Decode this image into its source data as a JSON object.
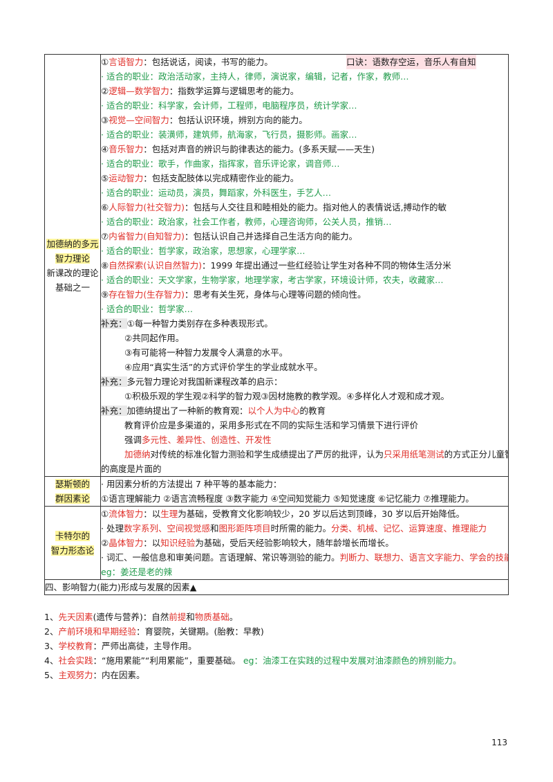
{
  "gardner": {
    "label_lines": [
      "加德纳的多元",
      "智力理论",
      "新课改的理论",
      "基础之一"
    ],
    "intel1": {
      "num": "①",
      "name": "言语智力",
      "desc": "：包括说话，阅读，书写的能力。",
      "mnemonic": "口诀：语数存空运，音乐人有自知"
    },
    "job1": "· 适合的职业：政治活动家，主持人，律师，演说家，编辑，记者，作家，教师…",
    "intel2": {
      "num": "②",
      "name": "逻辑—数学智力",
      "desc": "：指数学运算与逻辑思考的能力。"
    },
    "job2": "· 适合的职业：科学家，会计师，工程师，电脑程序员，统计学家…",
    "intel3": {
      "num": "③",
      "name": "视觉—空间智力",
      "desc": "：包括认识环境，辨别方向的能力。"
    },
    "job3": "· 适合的职业：装潢师，建筑师，航海家，飞行员，摄影师。画家…",
    "intel4": {
      "num": "④",
      "name": "音乐智力",
      "desc": "：包括对声音的辨识与韵律表达的能力。(多系天赋——天生)"
    },
    "job4": "· 适合的职业：歌手，作曲家，指挥家，音乐评论家，调音师…",
    "intel5": {
      "num": "⑤",
      "name": "运动智力",
      "desc": "：包括支配肢体以完成精密作业的能力。"
    },
    "job5": "· 适合的职业：运动员，演员，舞蹈家，外科医生，手艺人…",
    "intel6": {
      "num": "⑥",
      "name": "人际智力(社交智力)",
      "desc": "：包括与人交往且和睦相处的能力。指对他人的表情说话,搏动作的敏"
    },
    "job6": "· 适合的职业：政治家，社会工作者，教师，心理咨询师，公关人员，推销…",
    "intel7": {
      "num": "⑦",
      "name": "内省智力(自知智力)",
      "desc": "：包括认识自己并选择自己生活方向的能力。"
    },
    "job7": "· 适合的职业：哲学家，政治家，思想家，心理学家…",
    "intel8": {
      "num": "⑧",
      "name": "自然探索(认识自然智力)",
      "desc": "：1999 年提出通过一些红经验让学生对各种不同的物体生活分米"
    },
    "job8": "· 适合的职业：天文学家，生物学家，地理学家，考古学家，环境设计师，农夫，收藏家…",
    "intel9": {
      "num": "⑨",
      "name": "存在智力(生存智力)",
      "desc": "：思考有关生死，身体与心理等问题的倾向性。"
    },
    "job9": "· 适合的职业：哲学家…",
    "supp1": {
      "tag": "补充：",
      "lines": [
        "①每一种智力类别存在多种表现形式。",
        "②共同起作用。",
        "③有可能将一种智力发展令人满意的水平。",
        "④应用“真实生活”的方式评价学生的学业成就水平。"
      ]
    },
    "supp2": {
      "tag": "补充：",
      "head": "多元智力理论对我国新课程改革的启示：",
      "body": "①积极乐观的学生观②科学的智力观③因材施教的教学观。④多样化人才观和成才观。"
    },
    "supp3": {
      "tag": "补充：",
      "head_a": "加德纳提出了一种新的教育观：",
      "head_b": "以个人为中心",
      "head_c": "的教育",
      "l2": "教育评价应是多渠道的，采用多形式在不同的实际生活和学习情景下进行评价",
      "l3_a": "强调",
      "l3_b": "多元性、差异性、创造性、开发性",
      "l4_a": "加德纳",
      "l4_b": "对传统的标准化智力测验和学生成绩提出了严厉的批评，认为",
      "l4_c": "只采用纸笔测试",
      "l4_d": "的方式正分儿童智力",
      "l5": "的高度是片面的"
    }
  },
  "thurstone": {
    "label_lines": [
      "瑟斯顿的",
      "群因素论"
    ],
    "line1": "· 用因素分析的方法提出 7 种平等的基本能力：",
    "line2": "①语言理解能力 ②语言流畅程度 ③数字能力 ④空间知觉能力 ⑤知觉速度 ⑥记忆能力 ⑦推理能力。"
  },
  "cattell": {
    "label_lines": [
      "卡特尔的",
      "智力形态论"
    ],
    "l1_a": "①",
    "l1_b": "流体智力",
    "l1_c": "：以",
    "l1_d": "生理",
    "l1_e": "为基础，受教育文化影响较少，20 岁以后达到顶峰，30 岁以后开始降低。",
    "l2_a": "· 处理",
    "l2_b": "数字系列、空间视觉感",
    "l2_c": "和",
    "l2_d": "图形距阵项目",
    "l2_e": "时所需的能力。",
    "l2_f": "分类、机械、记忆、运算速度、推理能力",
    "l3_a": "②",
    "l3_b": "晶体智力",
    "l3_c": "：以",
    "l3_d": "知识经验",
    "l3_e": "为基础，受后天经验影响较大，随年龄增长而增长。",
    "l4_a": "· 词汇、一般信息和审美问题。言语理解、常识等测验的能力。",
    "l4_b": "判断力、联想力、语言文字能力、学会的技能",
    "l5": "eg：姜还是老的辣"
  },
  "section4": {
    "title": "四、影响智力(能力)形成与发展的因素▲",
    "i1_a": "1、",
    "i1_b": "先天因素",
    "i1_c": "(遗传与营养)：自然",
    "i1_d": "前提",
    "i1_e": "和",
    "i1_f": "物质基础",
    "i1_g": "。",
    "i2_a": "2、",
    "i2_b": "产前环境和早期经验",
    "i2_c": "：育婴院，关键期。(胎教：早教)",
    "i3_a": "3、",
    "i3_b": "学校教育",
    "i3_c": "：严师出高徒，主导作用。",
    "i4_a": "4、",
    "i4_b": "社会实践",
    "i4_c": "：“施用累能”“利用累能”，重要基础。",
    "i4_d": "eg：油漆工在实践的过程中发展对油漆颜色的辨别能力。",
    "i5_a": "5、",
    "i5_b": "主观努力",
    "i5_c": "：内在因素。"
  },
  "page_number": "113",
  "colors": {
    "red": "#e0302a",
    "green": "#1f9a4a",
    "highlight_yellow": "#fff59a",
    "highlight_pink": "#fde0e4"
  }
}
